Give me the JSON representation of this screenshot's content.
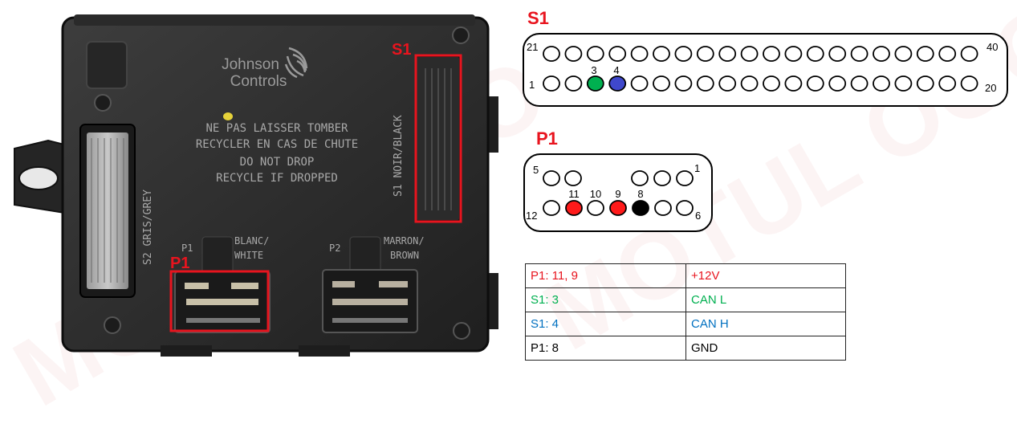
{
  "module": {
    "brand_line1": "Johnson",
    "brand_line2": "Controls",
    "warning_lines": [
      "NE PAS LAISSER TOMBER",
      "RECYCLER EN CAS DE CHUTE",
      "DO NOT DROP",
      "RECYCLE IF DROPPED"
    ],
    "s1_side_label": "S1 NOIR/BLACK",
    "s2_side_label": "S2 GRIS/GREY",
    "p1_label_line1": "P1",
    "p1_label_line1b": "BLANC/",
    "p1_label_line2": "WHITE",
    "p2_label_line1": "P2",
    "p2_label_line1b": "MARRON/",
    "p2_label_line2": "BROWN",
    "highlight_s1": "S1",
    "highlight_p1": "P1",
    "highlight_color": "#e8141e"
  },
  "s1": {
    "title": "S1",
    "title_color": "#e8141e",
    "corner_top_left": "21",
    "corner_top_right": "40",
    "corner_bottom_left": "1",
    "corner_bottom_right": "20",
    "pin_count_per_row": 20,
    "highlighted": [
      {
        "pin": "3",
        "color": "#00b050"
      },
      {
        "pin": "4",
        "color": "#3f48cc"
      }
    ]
  },
  "p1": {
    "title": "P1",
    "title_color": "#e8141e",
    "corner_top_left": "5",
    "corner_top_right": "1",
    "corner_bottom_left": "12",
    "corner_bottom_right": "6",
    "pins": [
      {
        "label": "11",
        "color": "#ff1a1a"
      },
      {
        "label": "10",
        "color": "#ffffff"
      },
      {
        "label": "9",
        "color": "#ff1a1a"
      },
      {
        "label": "8",
        "color": "#000000"
      }
    ]
  },
  "legend": {
    "rows": [
      {
        "pins": "P1: 11, 9",
        "signal": "+12V",
        "color": "#e8141e"
      },
      {
        "pins": "S1: 3",
        "signal": "CAN L",
        "color": "#00b050"
      },
      {
        "pins": "S1: 4",
        "signal": "CAN H",
        "color": "#0070c0"
      },
      {
        "pins": "P1: 8",
        "signal": "GND",
        "color": "#000000"
      }
    ]
  },
  "watermark": {
    "text": "MOTUL OOO"
  }
}
